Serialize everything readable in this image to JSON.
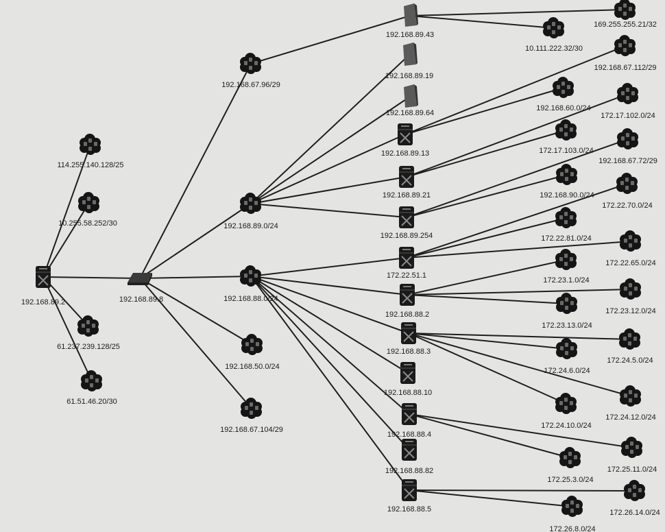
{
  "diagram": {
    "title": "",
    "nodes": [
      {
        "id": "n_rtr",
        "label": "192.168.89.2",
        "type": "router"
      },
      {
        "id": "n_sw",
        "label": "192.168.89.8",
        "type": "switch"
      },
      {
        "id": "n_114",
        "label": "114.255.140.128/25",
        "type": "cloud"
      },
      {
        "id": "n_10255",
        "label": "10.255.58.252/30",
        "type": "cloud"
      },
      {
        "id": "n_61237",
        "label": "61.237.239.128/25",
        "type": "cloud"
      },
      {
        "id": "n_6151",
        "label": "61.51.46.20/30",
        "type": "cloud"
      },
      {
        "id": "n_96",
        "label": "192.168.67.96/29",
        "type": "cloud"
      },
      {
        "id": "n_890",
        "label": "192.168.89.0/24",
        "type": "cloud"
      },
      {
        "id": "n_880",
        "label": "192.168.88.0/24",
        "type": "cloud"
      },
      {
        "id": "n_500",
        "label": "192.168.50.0/24",
        "type": "cloud"
      },
      {
        "id": "n_104",
        "label": "192.168.67.104/29",
        "type": "cloud"
      },
      {
        "id": "n_8943",
        "label": "192.168.89.43",
        "type": "device"
      },
      {
        "id": "n_8919",
        "label": "192.168.89.19",
        "type": "device"
      },
      {
        "id": "n_8964",
        "label": "192.168.89.64",
        "type": "device"
      },
      {
        "id": "n_8913",
        "label": "192.168.89.13",
        "type": "router"
      },
      {
        "id": "n_8921",
        "label": "192.168.89.21",
        "type": "router"
      },
      {
        "id": "n_89254",
        "label": "192.168.89.254",
        "type": "router"
      },
      {
        "id": "n_22511",
        "label": "172.22.51.1",
        "type": "router"
      },
      {
        "id": "n_882",
        "label": "192.168.88.2",
        "type": "router"
      },
      {
        "id": "n_883",
        "label": "192.168.88.3",
        "type": "router"
      },
      {
        "id": "n_8810",
        "label": "192.168.88.10",
        "type": "router"
      },
      {
        "id": "n_884",
        "label": "192.168.88.4",
        "type": "router"
      },
      {
        "id": "n_8882",
        "label": "192.168.88.82",
        "type": "router"
      },
      {
        "id": "n_885",
        "label": "192.168.88.5",
        "type": "router"
      },
      {
        "id": "n_169",
        "label": "169.255.255.21/32",
        "type": "cloud"
      },
      {
        "id": "n_10111",
        "label": "10.111.222.32/30",
        "type": "cloud"
      },
      {
        "id": "n_112",
        "label": "192.168.67.112/29",
        "type": "cloud"
      },
      {
        "id": "n_600",
        "label": "192.168.60.0/24",
        "type": "cloud"
      },
      {
        "id": "n_17102",
        "label": "172.17.102.0/24",
        "type": "cloud"
      },
      {
        "id": "n_17103",
        "label": "172.17.103.0/24",
        "type": "cloud"
      },
      {
        "id": "n_6772",
        "label": "192.168.67.72/29",
        "type": "cloud"
      },
      {
        "id": "n_900",
        "label": "192.168.90.0/24",
        "type": "cloud"
      },
      {
        "id": "n_2270",
        "label": "172.22.70.0/24",
        "type": "cloud"
      },
      {
        "id": "n_2281",
        "label": "172.22.81.0/24",
        "type": "cloud"
      },
      {
        "id": "n_2265",
        "label": "172.22.65.0/24",
        "type": "cloud"
      },
      {
        "id": "n_231",
        "label": "172.23.1.0/24",
        "type": "cloud"
      },
      {
        "id": "n_2312",
        "label": "172.23.12.0/24",
        "type": "cloud"
      },
      {
        "id": "n_2313",
        "label": "172.23.13.0/24",
        "type": "cloud"
      },
      {
        "id": "n_245",
        "label": "172.24.5.0/24",
        "type": "cloud"
      },
      {
        "id": "n_246",
        "label": "172.24.6.0/24",
        "type": "cloud"
      },
      {
        "id": "n_2412",
        "label": "172.24.12.0/24",
        "type": "cloud"
      },
      {
        "id": "n_2410",
        "label": "172.24.10.0/24",
        "type": "cloud"
      },
      {
        "id": "n_2511",
        "label": "172.25.11.0/24",
        "type": "cloud"
      },
      {
        "id": "n_253",
        "label": "172.25.3.0/24",
        "type": "cloud"
      },
      {
        "id": "n_2614",
        "label": "172.26.14.0/24",
        "type": "cloud"
      },
      {
        "id": "n_268",
        "label": "172.26.8.0/24",
        "type": "cloud"
      }
    ],
    "links": [
      [
        "n_rtr",
        "n_114"
      ],
      [
        "n_rtr",
        "n_10255"
      ],
      [
        "n_rtr",
        "n_61237"
      ],
      [
        "n_rtr",
        "n_6151"
      ],
      [
        "n_rtr",
        "n_sw"
      ],
      [
        "n_sw",
        "n_96"
      ],
      [
        "n_sw",
        "n_890"
      ],
      [
        "n_sw",
        "n_880"
      ],
      [
        "n_sw",
        "n_500"
      ],
      [
        "n_sw",
        "n_104"
      ],
      [
        "n_96",
        "n_8943"
      ],
      [
        "n_890",
        "n_8919"
      ],
      [
        "n_890",
        "n_8964"
      ],
      [
        "n_890",
        "n_8913"
      ],
      [
        "n_890",
        "n_8921"
      ],
      [
        "n_890",
        "n_89254"
      ],
      [
        "n_880",
        "n_22511"
      ],
      [
        "n_880",
        "n_882"
      ],
      [
        "n_880",
        "n_883"
      ],
      [
        "n_880",
        "n_8810"
      ],
      [
        "n_880",
        "n_884"
      ],
      [
        "n_880",
        "n_8882"
      ],
      [
        "n_880",
        "n_885"
      ],
      [
        "n_8943",
        "n_169"
      ],
      [
        "n_8943",
        "n_10111"
      ],
      [
        "n_8913",
        "n_112"
      ],
      [
        "n_8913",
        "n_600"
      ],
      [
        "n_8921",
        "n_17102"
      ],
      [
        "n_8921",
        "n_17103"
      ],
      [
        "n_89254",
        "n_6772"
      ],
      [
        "n_89254",
        "n_900"
      ],
      [
        "n_22511",
        "n_2270"
      ],
      [
        "n_22511",
        "n_2281"
      ],
      [
        "n_22511",
        "n_2265"
      ],
      [
        "n_882",
        "n_231"
      ],
      [
        "n_882",
        "n_2312"
      ],
      [
        "n_882",
        "n_2313"
      ],
      [
        "n_883",
        "n_245"
      ],
      [
        "n_883",
        "n_246"
      ],
      [
        "n_883",
        "n_2412"
      ],
      [
        "n_883",
        "n_2410"
      ],
      [
        "n_884",
        "n_2511"
      ],
      [
        "n_884",
        "n_253"
      ],
      [
        "n_885",
        "n_2614"
      ],
      [
        "n_885",
        "n_268"
      ]
    ]
  }
}
